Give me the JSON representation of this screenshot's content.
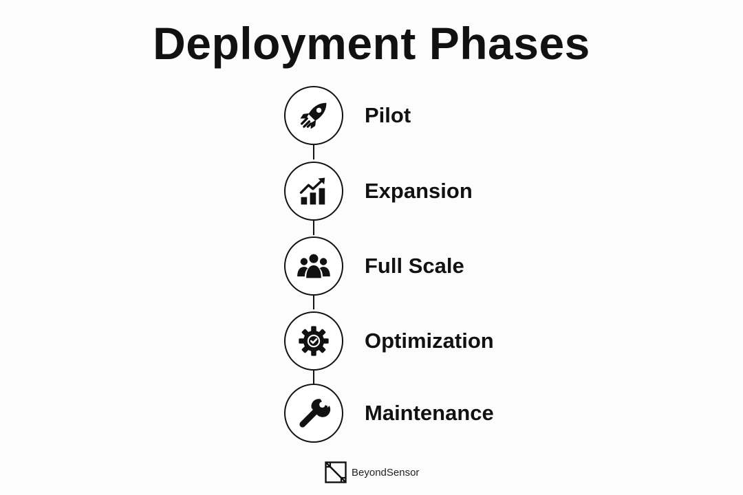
{
  "title": "Deployment Phases",
  "colors": {
    "background": "#fcfcfc",
    "ink": "#111111",
    "circle_fill": "#ffffff"
  },
  "phases": [
    {
      "label": "Pilot",
      "icon": "rocket-icon"
    },
    {
      "label": "Expansion",
      "icon": "growth-chart-icon"
    },
    {
      "label": "Full Scale",
      "icon": "team-icon"
    },
    {
      "label": "Optimization",
      "icon": "gear-check-icon"
    },
    {
      "label": "Maintenance",
      "icon": "wrench-icon"
    }
  ],
  "brand": {
    "name": "BeyondSensor",
    "logo_icon": "beyondsensor-logo-icon"
  }
}
